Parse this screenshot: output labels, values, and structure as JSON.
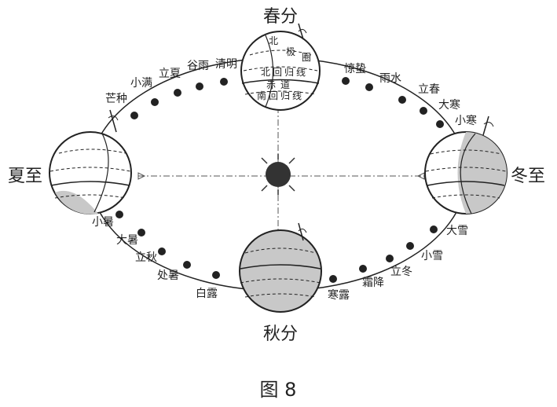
{
  "figure": {
    "caption": "图 8",
    "sun_label": ""
  },
  "seasons": {
    "spring_equinox": "春分",
    "summer_solstice": "夏至",
    "autumn_equinox": "秋分",
    "winter_solstice": "冬至"
  },
  "globe_labels": {
    "arctic_circle_chars": [
      "北",
      "极",
      "圈"
    ],
    "tropic_of_cancer": "北回归线",
    "equator": "赤道",
    "tropic_of_capricorn": "南回归线"
  },
  "solar_terms": {
    "qingming": "清明",
    "guyu": "谷雨",
    "lixia": "立夏",
    "xiaoman": "小满",
    "mangzhong": "芒种",
    "jingzhe": "惊蛰",
    "yushui": "雨水",
    "lichun": "立春",
    "dahan": "大寒",
    "xiaohan": "小寒",
    "xiaoshu": "小暑",
    "dashu": "大暑",
    "liqiu": "立秋",
    "chushu": "处暑",
    "bailu": "白露",
    "daxue": "大雪",
    "xiaoxue": "小雪",
    "lidong": "立冬",
    "shuangjiang": "霜降",
    "hanlu": "寒露"
  },
  "colors": {
    "line": "#222222",
    "globe_shade": "#c8c8c8",
    "sun": "#333333"
  }
}
